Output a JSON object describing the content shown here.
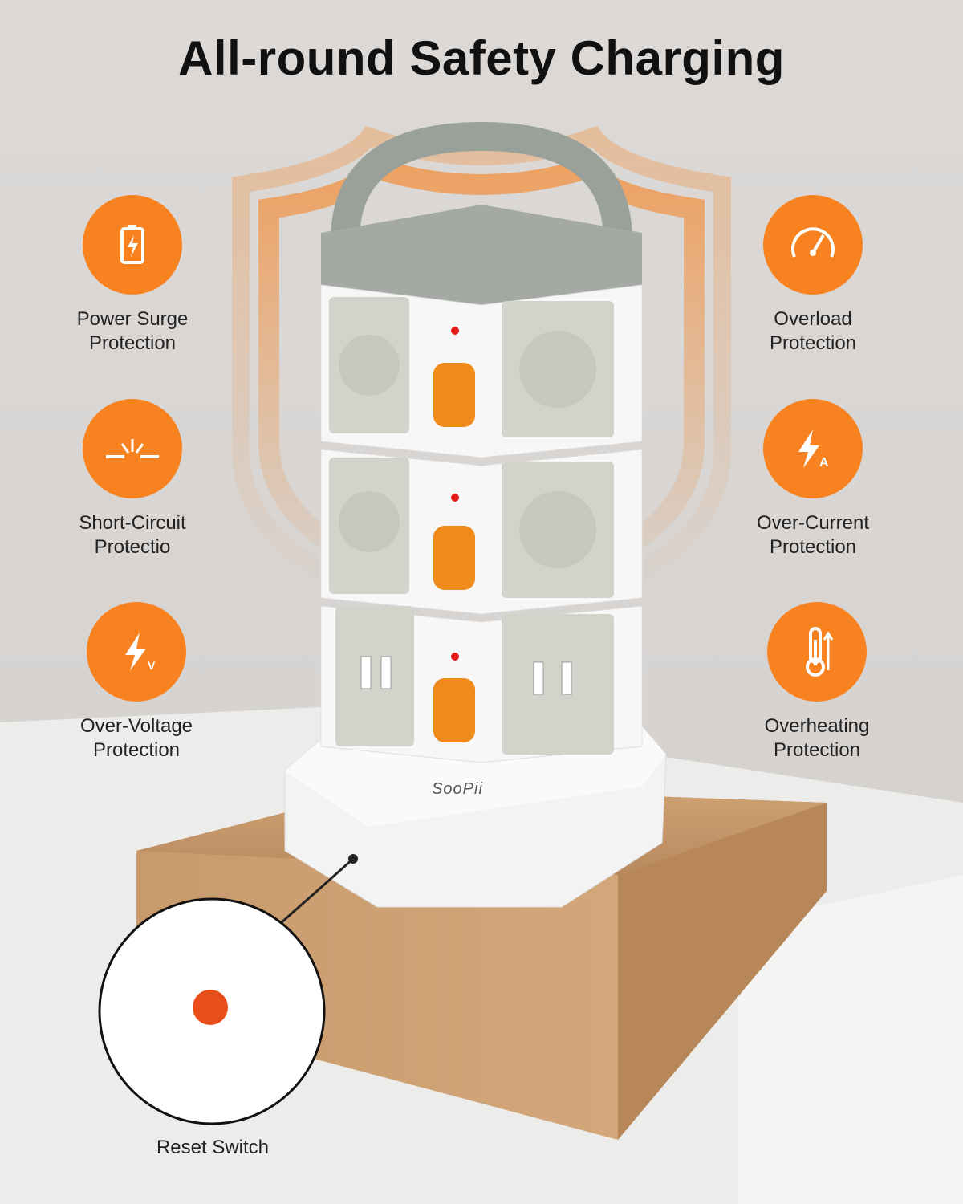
{
  "title": "All-round Safety Charging",
  "brand": "SooPii",
  "features_left": [
    {
      "icon": "battery-bolt-icon",
      "label": "Power Surge\nProtection"
    },
    {
      "icon": "short-circuit-spark-icon",
      "label": "Short-Circuit\nProtectio"
    },
    {
      "icon": "bolt-v-icon",
      "label": "Over-Voltage\nProtection"
    }
  ],
  "features_right": [
    {
      "icon": "gauge-icon",
      "label": "Overload\nProtection"
    },
    {
      "icon": "bolt-a-icon",
      "label": "Over-Current\nProtection"
    },
    {
      "icon": "thermometer-icon",
      "label": "Overheating\nProtection"
    }
  ],
  "reset": {
    "label": "Reset Switch"
  },
  "colors": {
    "accent": "#f7821f",
    "switch": "#f08a1a",
    "socket": "#d4d4cc",
    "body": "#ffffff"
  }
}
